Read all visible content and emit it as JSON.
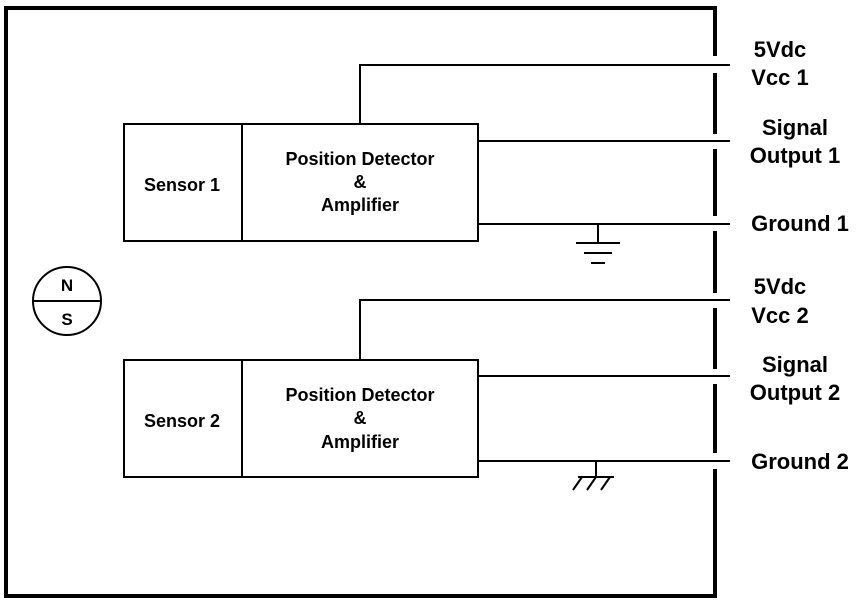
{
  "magnet": {
    "north": "N",
    "south": "S"
  },
  "channels": [
    {
      "sensor_label": "Sensor 1",
      "detector_lines": [
        "Position Detector",
        "&",
        "Amplifier"
      ],
      "vcc_lines": [
        "5Vdc",
        "Vcc 1"
      ],
      "signal_lines": [
        "Signal",
        "Output 1"
      ],
      "ground_label": "Ground 1",
      "ground_symbol": "earth-ground-icon"
    },
    {
      "sensor_label": "Sensor 2",
      "detector_lines": [
        "Position Detector",
        "&",
        "Amplifier"
      ],
      "vcc_lines": [
        "5Vdc",
        "Vcc 2"
      ],
      "signal_lines": [
        "Signal",
        "Output 2"
      ],
      "ground_label": "Ground 2",
      "ground_symbol": "chassis-ground-icon"
    }
  ]
}
